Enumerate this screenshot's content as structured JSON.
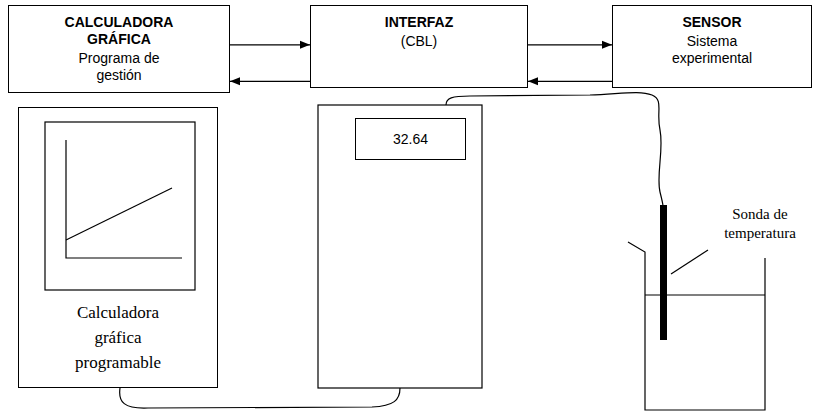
{
  "diagram": {
    "nodes": [
      {
        "text": [
          "CALCULADORA GRÁFICA",
          "Programa de gestión"
        ]
      },
      {
        "text": [
          "INTERFAZ",
          "(CBL)"
        ]
      },
      {
        "text": [
          "SENSOR",
          "Sistema experimental"
        ]
      },
      {
        "text": [
          "Calculadora gráfica programable"
        ]
      },
      {
        "text": [
          "32.64"
        ]
      }
    ],
    "edges": [
      {
        "from": 0,
        "to": 1,
        "arrow": "to"
      },
      {
        "from": 1,
        "to": 0,
        "arrow": "to"
      },
      {
        "from": 1,
        "to": 2,
        "arrow": "to"
      },
      {
        "from": 2,
        "to": 1,
        "arrow": "to"
      }
    ],
    "labels": [
      "Sonda de temperatura"
    ]
  }
}
